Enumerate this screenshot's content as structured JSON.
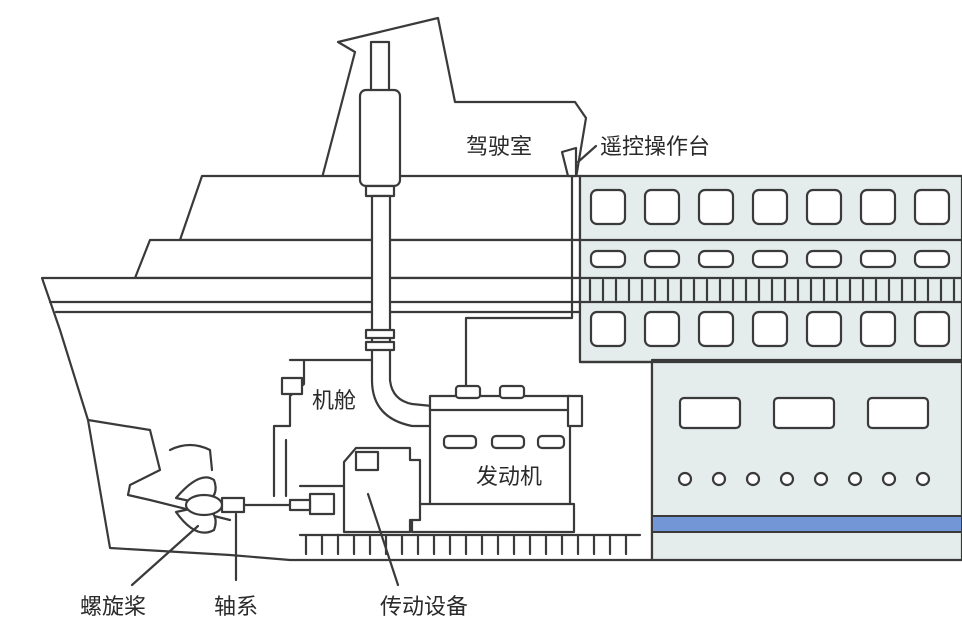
{
  "labels": {
    "bridge": "驾驶室",
    "remote_console": "遥控操作台",
    "engine_room": "机舱",
    "engine": "发动机",
    "propeller": "螺旋桨",
    "shaft": "轴系",
    "transmission": "传动设备"
  },
  "colors": {
    "outline": "#3a3a3a",
    "block_fill": "#e4ecec",
    "stripe": "#7396d6",
    "background": "#ffffff"
  }
}
